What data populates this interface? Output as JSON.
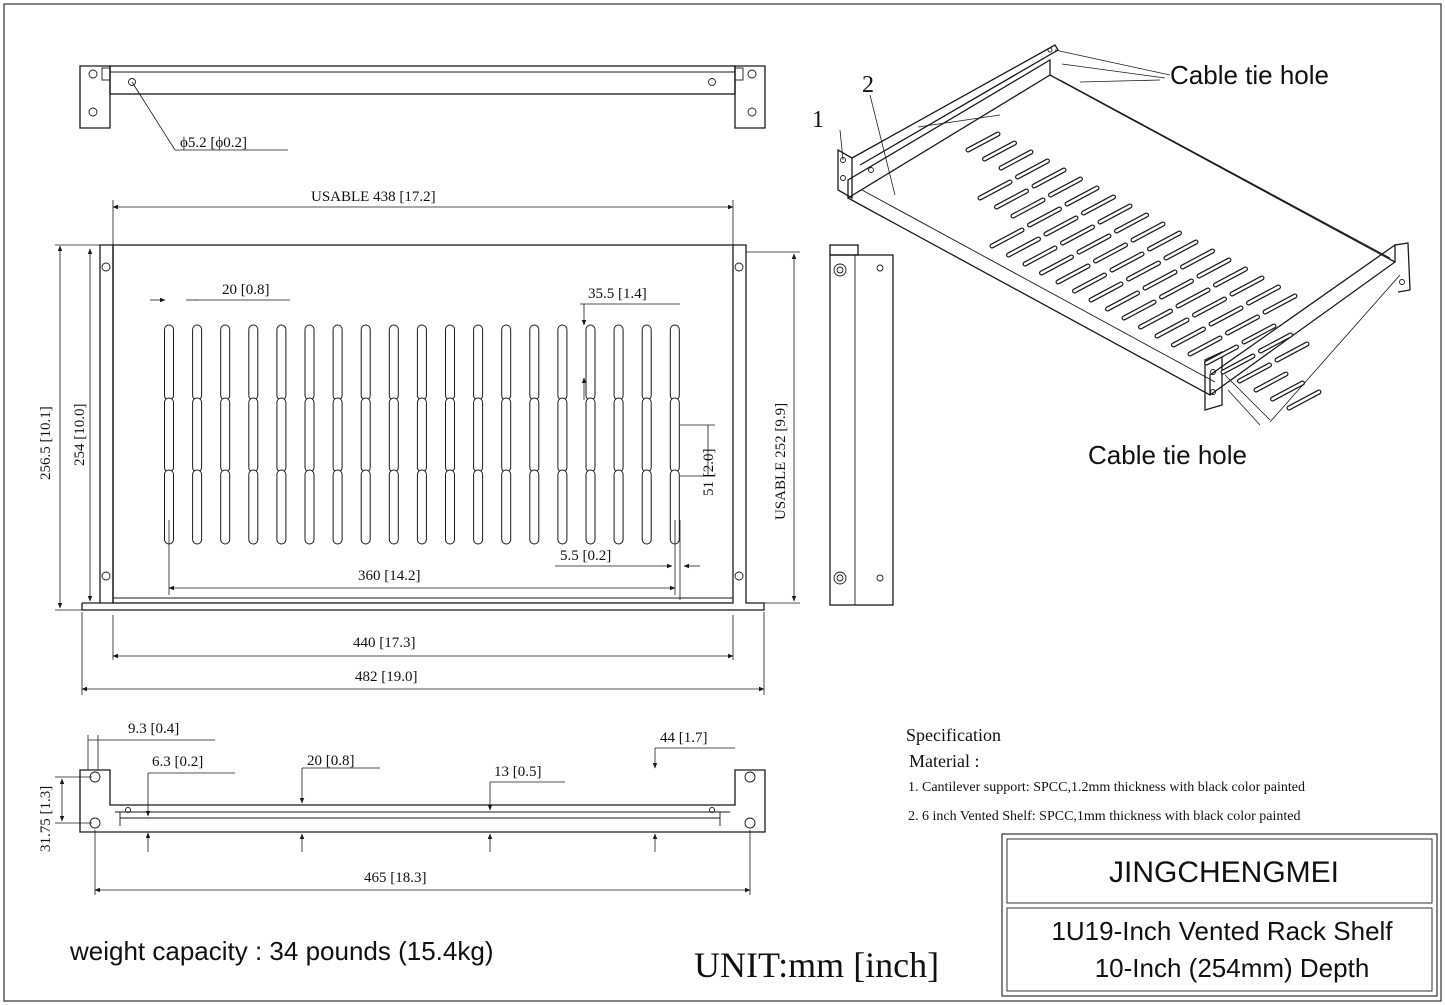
{
  "dimensions": {
    "hole_dia": "ϕ5.2 [ϕ0.2]",
    "usable_width": "USABLE 438 [17.2]",
    "slot_pitch": "20 [0.8]",
    "slot_length": "35.5 [1.4]",
    "total_depth": "256.5 [10.1]",
    "depth": "254 [10.0]",
    "usable_depth": "USABLE 252 [9.9]",
    "row_pitch": "51 [2.0]",
    "slot_span": "360 [14.2]",
    "slot_width": "5.5 [0.2]",
    "inner_width": "440 [17.3]",
    "overall_width": "482 [19.0]",
    "ear_offset": "9.3 [0.4]",
    "ear_hole": "6.3 [0.2]",
    "front_pitch": "20 [0.8]",
    "front_mid": "13 [0.5]",
    "front_right": "44 [1.7]",
    "ear_hole_spacing": "31.75 [1.3]",
    "hole_span": "465 [18.3]"
  },
  "callouts": {
    "part_1": "1",
    "part_2": "2",
    "cable_tie_top": "Cable tie hole",
    "cable_tie_bottom": "Cable tie hole"
  },
  "spec": {
    "title": "Specification",
    "material": "Material :",
    "line1": "1.  Cantilever support: SPCC,1.2mm thickness with black color painted",
    "line2": "2.  6 inch Vented Shelf: SPCC,1mm thickness with black color painted"
  },
  "title_block": {
    "brand": "JINGCHENGMEI",
    "product_line1": "1U19-Inch Vented Rack Shelf",
    "product_line2": "10-Inch (254mm) Depth"
  },
  "weight": "weight capacity : 34 pounds (15.4kg)",
  "unit": "UNIT:mm [inch]"
}
